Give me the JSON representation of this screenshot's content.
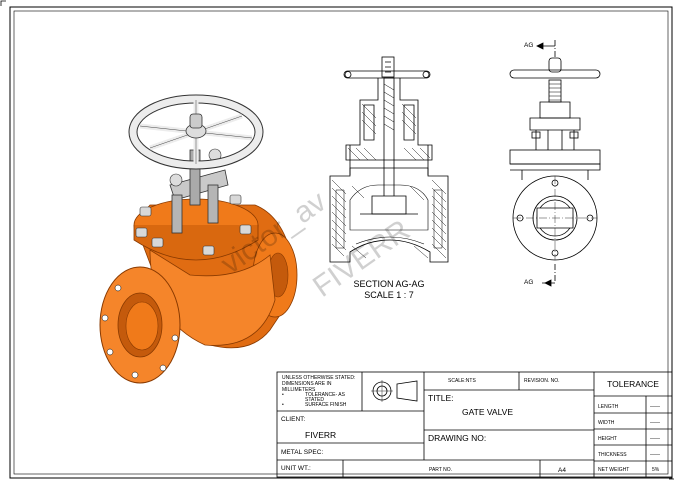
{
  "views": {
    "section_caption": "SECTION AG-AG",
    "scale_caption": "SCALE 1 : 7",
    "cut_label_top": "AG",
    "cut_label_bottom": "AG"
  },
  "watermark": {
    "line1": "victor_av",
    "line2": "FIVERR"
  },
  "title_block": {
    "notes": {
      "line1": "UNLESS OTHERWISE STATED:",
      "line2": "DIMENSIONS ARE IN",
      "line3": "MILLIMETERS",
      "bullet1": "TOLERANCE- AS",
      "bullet1b": "STATED",
      "bullet2": "SURFACE FINISH"
    },
    "client_label": "CLIENT:",
    "client_value": "FIVERR",
    "metal_spec_label": "METAL SPEC:",
    "unit_wt_label": "UNIT WT.:",
    "scale_label": "SCALE:NTS",
    "revision_label": "REVISION. NO.",
    "title_label": "TITLE:",
    "title_value": "GATE VALVE",
    "drawing_no_label": "DRAWING NO:",
    "part_no_label": "PART NO.",
    "sheet_size": "A4",
    "tolerance": {
      "header": "TOLERANCE",
      "rows": [
        {
          "label": "LENGTH",
          "value": "——"
        },
        {
          "label": "WIDTH",
          "value": "——"
        },
        {
          "label": "HEIGHT",
          "value": "——"
        },
        {
          "label": "THICKNESS",
          "value": "——"
        },
        {
          "label": "NET WEIGHT",
          "value": "5%"
        }
      ]
    }
  },
  "colors": {
    "valve_body": "#f07a1a",
    "valve_shadow": "#c45a0c",
    "handwheel": "#e8e8e8",
    "line": "#000000"
  }
}
